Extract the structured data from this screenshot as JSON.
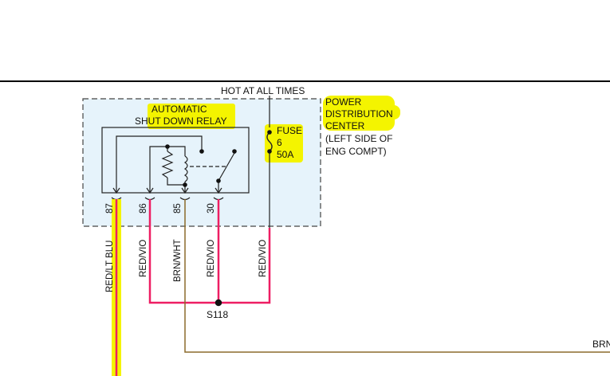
{
  "header_text": "HOT AT ALL TIMES",
  "relay": {
    "title_line1": "AUTOMATIC",
    "title_line2": "SHUT DOWN RELAY",
    "pins": [
      "87",
      "86",
      "85",
      "30"
    ]
  },
  "fuse": {
    "label": "FUSE",
    "number": "6",
    "rating": "50A"
  },
  "pdc": {
    "line1": "POWER",
    "line2": "DISTRIBUTION",
    "line3": "CENTER",
    "line4": "(LEFT SIDE OF",
    "line5": "ENG COMPT)"
  },
  "wires": {
    "pin87": "RED/LT BLU",
    "pin86": "RED/VIO",
    "pin85": "BRN/WHT",
    "pin30": "RED/VIO",
    "feed": "RED/VIO",
    "right_edge": "BRN"
  },
  "splice": "S118",
  "colors": {
    "highlight": "#f4f400",
    "wire_red": "#ee1e63",
    "wire_brown": "#8b6a2b",
    "box_fill": "#e6f3fb"
  }
}
